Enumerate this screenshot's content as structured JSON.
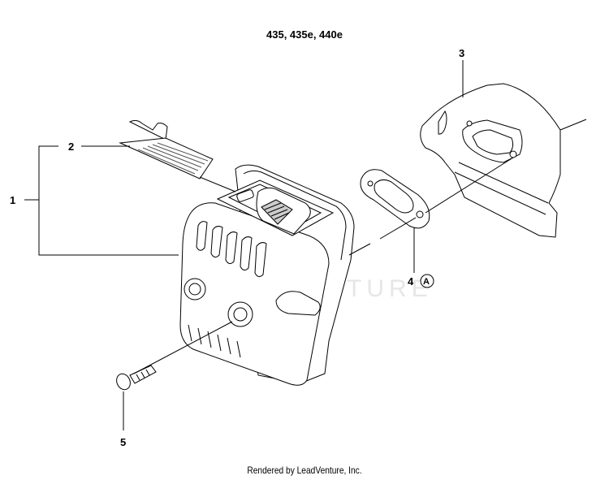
{
  "header": {
    "title": "435, 435e, 440e"
  },
  "callouts": [
    {
      "label": "1"
    },
    {
      "label": "2"
    },
    {
      "label": "3"
    },
    {
      "label": "4"
    },
    {
      "label": "A"
    },
    {
      "label": "5"
    }
  ],
  "watermark": "LEADVENTURE",
  "footer": {
    "text": "Rendered by LeadVenture, Inc."
  }
}
